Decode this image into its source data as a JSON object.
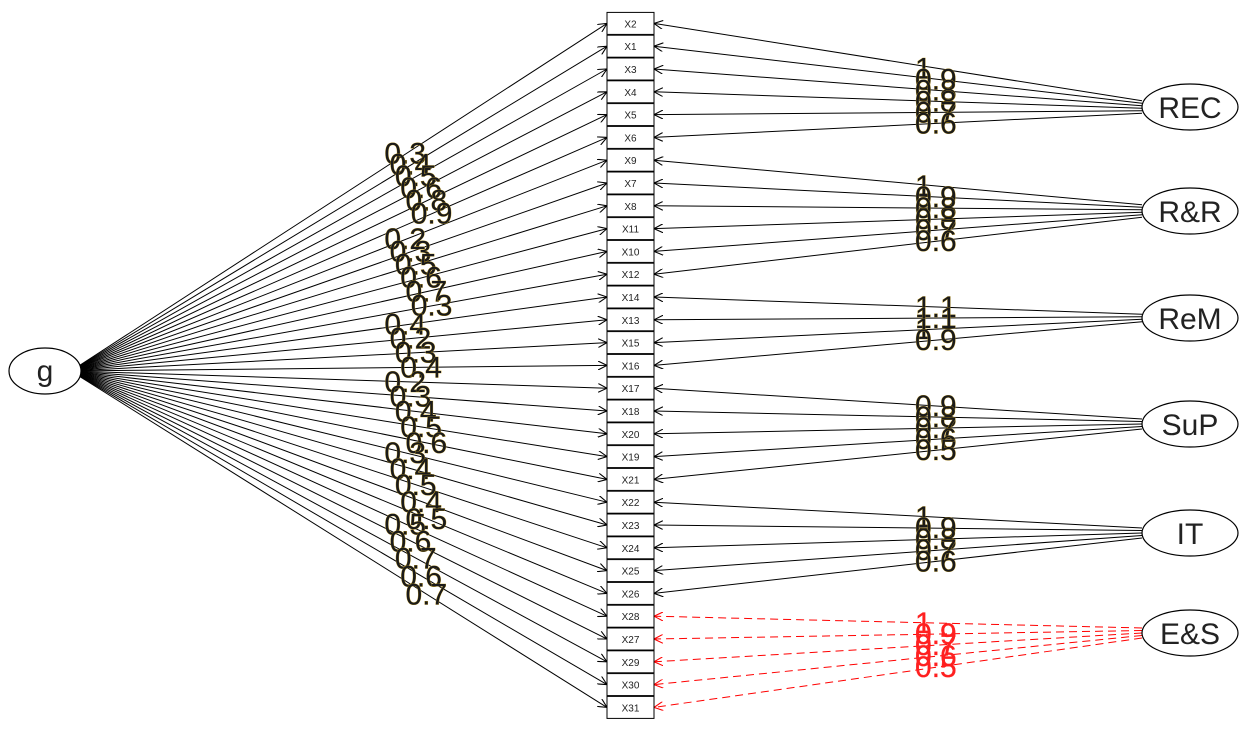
{
  "general_factor": "g",
  "factors": [
    {
      "id": "REC",
      "label": "REC",
      "color": "#000000",
      "dashed": false,
      "items": [
        "X2",
        "X1",
        "X3",
        "X4",
        "X5",
        "X6"
      ],
      "loadings": [
        "1",
        "0.9",
        "0.8",
        "0.8",
        "0.7",
        "0.6"
      ],
      "g_loadings": [
        "0.3",
        "0.4",
        "0.5",
        "0.6",
        "0.8",
        "0.9"
      ]
    },
    {
      "id": "RR",
      "label": "R&R",
      "color": "#000000",
      "dashed": false,
      "items": [
        "X9",
        "X7",
        "X8",
        "X11",
        "X10",
        "X12"
      ],
      "loadings": [
        "1",
        "0.9",
        "0.8",
        "0.8",
        "0.7",
        "0.6"
      ],
      "g_loadings": [
        "0.2",
        "0.3",
        "0.5",
        "0.6",
        "0.7",
        "0.3"
      ]
    },
    {
      "id": "ReM",
      "label": "ReM",
      "color": "#000000",
      "dashed": false,
      "items": [
        "X14",
        "X13",
        "X15",
        "X16"
      ],
      "loadings": [
        "1.1",
        "1.1",
        "1",
        "0.9"
      ],
      "g_loadings": [
        "0.4",
        "0.2",
        "0.3",
        "0.4"
      ]
    },
    {
      "id": "SuP",
      "label": "SuP",
      "color": "#000000",
      "dashed": false,
      "items": [
        "X17",
        "X18",
        "X20",
        "X19",
        "X21"
      ],
      "loadings": [
        "0.9",
        "0.8",
        "0.7",
        "0.6",
        "0.5"
      ],
      "g_loadings": [
        "0.2",
        "0.3",
        "0.4",
        "0.5",
        "0.6"
      ]
    },
    {
      "id": "IT",
      "label": "IT",
      "color": "#000000",
      "dashed": false,
      "items": [
        "X22",
        "X23",
        "X24",
        "X25",
        "X26"
      ],
      "loadings": [
        "1",
        "0.9",
        "0.8",
        "0.7",
        "0.6"
      ],
      "g_loadings": [
        "0.3",
        "0.4",
        "0.5",
        "0.4",
        "0.5"
      ]
    },
    {
      "id": "ES",
      "label": "E&S",
      "color": "#ff0000",
      "dashed": true,
      "items": [
        "X28",
        "X27",
        "X29",
        "X30",
        "X31"
      ],
      "loadings": [
        "1",
        "0.9",
        "0.7",
        "0.6",
        "0.5"
      ],
      "g_loadings": [
        "0.5",
        "0.6",
        "0.7",
        "0.6",
        "0.7"
      ]
    }
  ]
}
